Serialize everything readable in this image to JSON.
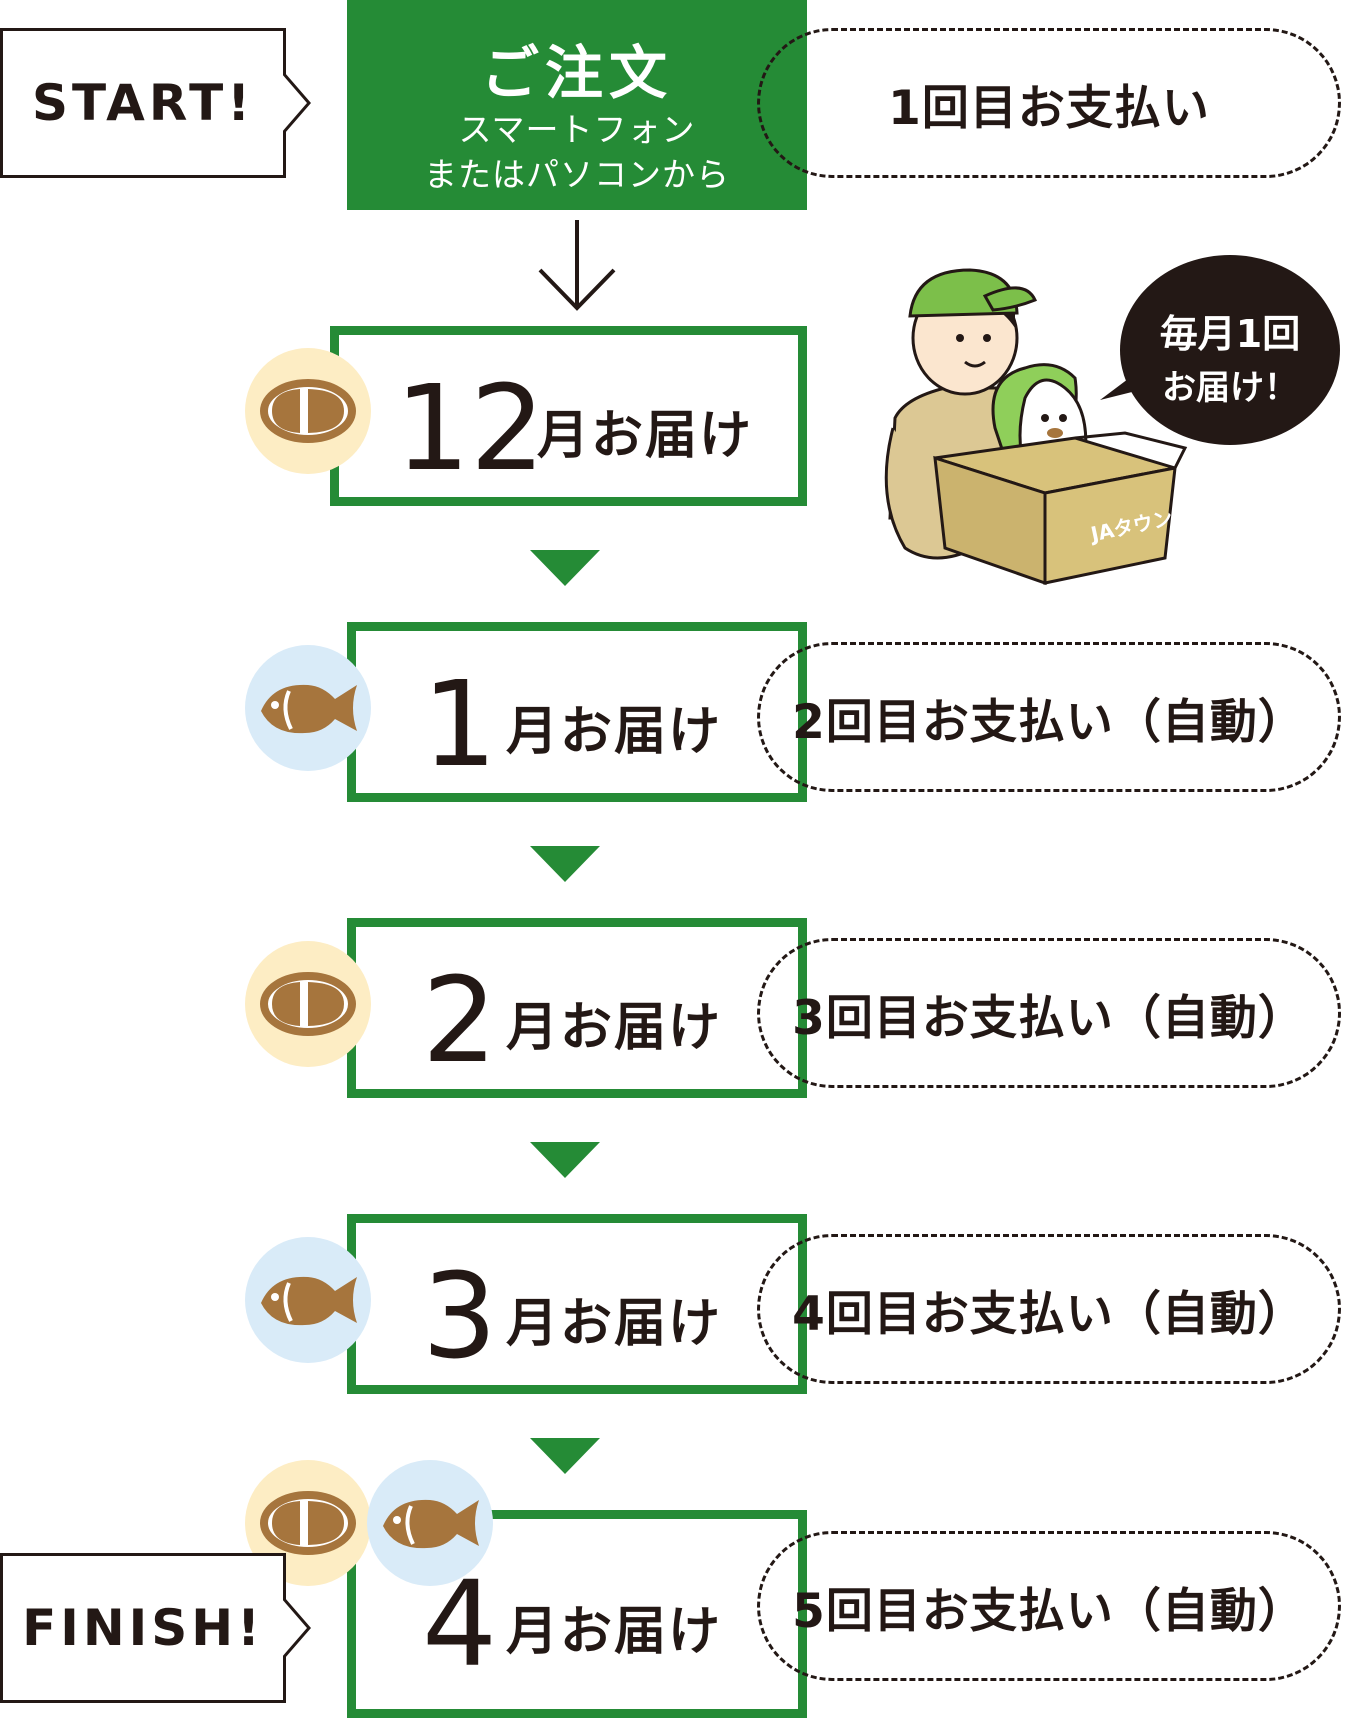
{
  "start": {
    "label": "START!"
  },
  "finish": {
    "label": "FINISH!"
  },
  "order": {
    "title": "ご注文",
    "sub_line1": "スマートフォン",
    "sub_line2": "またはパソコンから"
  },
  "steps": [
    {
      "month": "12",
      "suffix": "月お届け",
      "icon": "meat-icon",
      "payment": "1回目お支払い"
    },
    {
      "month": "1",
      "suffix": "月お届け",
      "icon": "fish-icon",
      "payment": "2回目お支払い（自動）"
    },
    {
      "month": "2",
      "suffix": "月お届け",
      "icon": "meat-icon",
      "payment": "3回目お支払い（自動）"
    },
    {
      "month": "3",
      "suffix": "月お届け",
      "icon": "fish-icon",
      "payment": "4回目お支払い（自動）"
    },
    {
      "month": "4",
      "suffix": "月お届け",
      "icon": "meat-and-fish-icons",
      "payment": "5回目お支払い（自動）"
    }
  ],
  "bubble": {
    "line1": "毎月1回",
    "line2": "お届け！"
  },
  "box_brand": "JAタウン",
  "colors": {
    "green": "#258b36",
    "dark": "#231815",
    "meat_bg": "#fdedc4",
    "fish_bg": "#d9ebf8",
    "icon_brown": "#a6753d"
  }
}
